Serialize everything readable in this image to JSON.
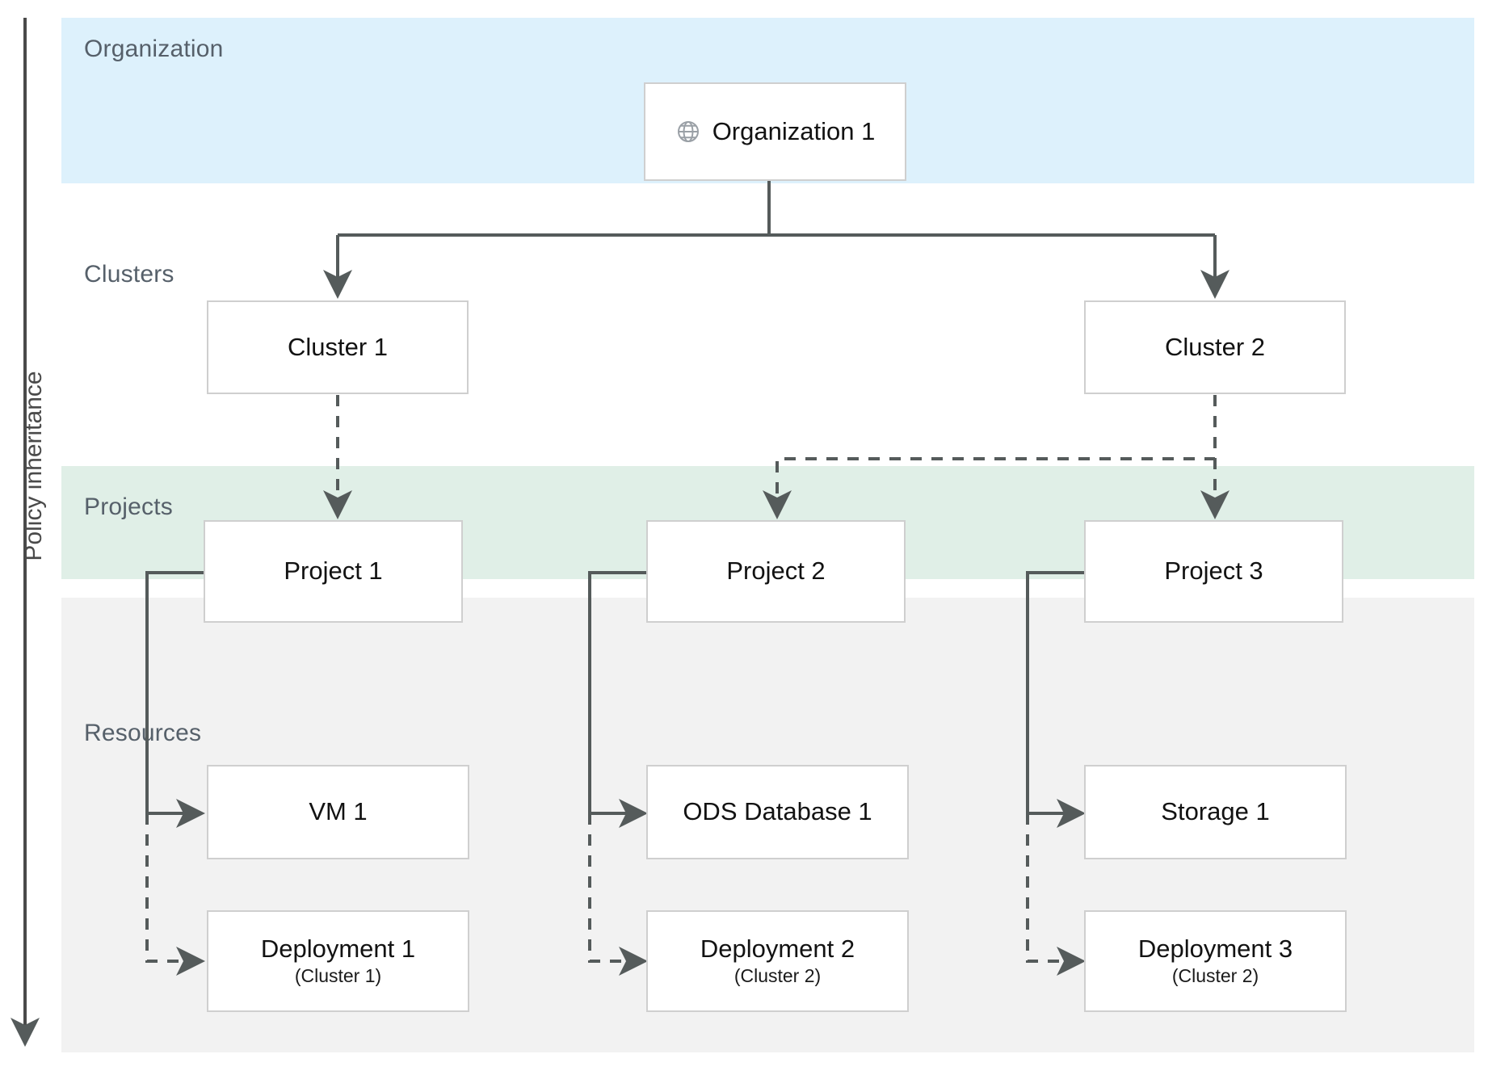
{
  "diagram": {
    "axis_label": "Policy inheritance",
    "stroke_color": "#555b5b",
    "box_border_color": "#cfcfcf"
  },
  "bands": [
    {
      "key": "organization",
      "label": "Organization",
      "color": "#ddf1fc"
    },
    {
      "key": "clusters",
      "label": "Clusters",
      "color": "#ffffff"
    },
    {
      "key": "projects",
      "label": "Projects",
      "color": "#e0efe7"
    },
    {
      "key": "resources",
      "label": "Resources",
      "color": "#f2f2f2"
    }
  ],
  "nodes": {
    "organization_1": {
      "title": "Organization 1",
      "icon": "globe-icon"
    },
    "cluster_1": {
      "title": "Cluster 1"
    },
    "cluster_2": {
      "title": "Cluster 2"
    },
    "project_1": {
      "title": "Project 1"
    },
    "project_2": {
      "title": "Project 2"
    },
    "project_3": {
      "title": "Project 3"
    },
    "vm_1": {
      "title": "VM 1"
    },
    "ods_database_1": {
      "title": "ODS Database 1"
    },
    "storage_1": {
      "title": "Storage 1"
    },
    "deployment_1": {
      "title": "Deployment 1",
      "subtitle": "(Cluster 1)"
    },
    "deployment_2": {
      "title": "Deployment 2",
      "subtitle": "(Cluster 2)"
    },
    "deployment_3": {
      "title": "Deployment 3",
      "subtitle": "(Cluster 2)"
    }
  },
  "edges": [
    {
      "from": "organization_1",
      "to": "cluster_1",
      "style": "solid"
    },
    {
      "from": "organization_1",
      "to": "cluster_2",
      "style": "solid"
    },
    {
      "from": "cluster_1",
      "to": "project_1",
      "style": "dashed"
    },
    {
      "from": "cluster_2",
      "to": "project_2",
      "style": "dashed"
    },
    {
      "from": "cluster_2",
      "to": "project_3",
      "style": "dashed"
    },
    {
      "from": "project_1",
      "to": "vm_1",
      "style": "solid"
    },
    {
      "from": "project_1",
      "to": "deployment_1",
      "style": "dashed"
    },
    {
      "from": "project_2",
      "to": "ods_database_1",
      "style": "solid"
    },
    {
      "from": "project_2",
      "to": "deployment_2",
      "style": "dashed"
    },
    {
      "from": "project_3",
      "to": "storage_1",
      "style": "solid"
    },
    {
      "from": "project_3",
      "to": "deployment_3",
      "style": "dashed"
    }
  ]
}
